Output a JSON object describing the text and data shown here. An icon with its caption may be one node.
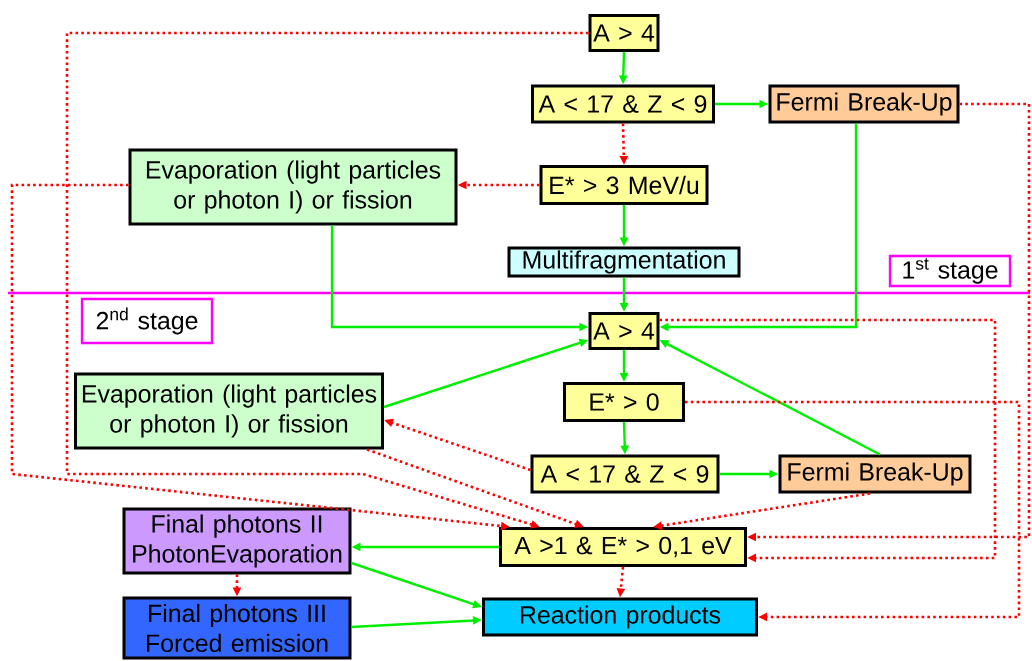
{
  "diagram": {
    "nodes": [
      {
        "text": [
          "A > 4"
        ]
      },
      {
        "text": [
          "A < 17 & Z < 9"
        ]
      },
      {
        "text": [
          "Fermi Break-Up"
        ]
      },
      {
        "text": [
          "E* > 3 MeV/u"
        ]
      },
      {
        "text": [
          "Evaporation (light particles or photon I) or fission"
        ]
      },
      {
        "text": [
          "Multifragmentation"
        ]
      },
      {
        "text": [
          "A > 4"
        ]
      },
      {
        "text": [
          "Evaporation (light particles or photon I) or fission"
        ]
      },
      {
        "text": [
          "E* > 0"
        ]
      },
      {
        "text": [
          "A < 17 & Z < 9"
        ]
      },
      {
        "text": [
          "Fermi Break-Up"
        ]
      },
      {
        "text": [
          "Final photons II",
          "PhotonEvaporation"
        ]
      },
      {
        "text": [
          "A >1 & E* > 0,1 eV"
        ]
      },
      {
        "text": [
          "Final photons III",
          "Forced emission"
        ]
      },
      {
        "text": [
          "Reaction products"
        ]
      },
      {
        "text": [
          "1$^{st}$ stage"
        ]
      },
      {
        "text": [
          "2$^{nd}$ stage"
        ]
      }
    ],
    "edges": [
      {
        "from": 0,
        "to": 1,
        "arrow": "to"
      },
      {
        "from": 1,
        "to": 2,
        "arrow": "to"
      },
      {
        "from": 1,
        "to": 3,
        "arrow": "to",
        "style": "dashed",
        "color": "#ff0000"
      },
      {
        "from": 3,
        "to": 4,
        "arrow": "to",
        "style": "dashed",
        "color": "#ff0000"
      },
      {
        "from": 3,
        "to": 5,
        "arrow": "to"
      },
      {
        "from": 5,
        "to": 6,
        "arrow": "to"
      },
      {
        "from": 2,
        "to": 6,
        "arrow": "to"
      },
      {
        "from": 4,
        "to": 6,
        "arrow": "to"
      },
      {
        "from": 6,
        "to": 8,
        "arrow": "to"
      },
      {
        "from": 7,
        "to": 6,
        "arrow": "to"
      },
      {
        "from": 10,
        "to": 6,
        "arrow": "to"
      },
      {
        "from": 8,
        "to": 9,
        "arrow": "to"
      },
      {
        "from": 9,
        "to": 10,
        "arrow": "to"
      },
      {
        "from": 0,
        "to": 12,
        "arrow": "to",
        "style": "dashed",
        "color": "#ff0000"
      },
      {
        "from": 4,
        "to": 12,
        "arrow": "to",
        "style": "dashed",
        "color": "#ff0000"
      },
      {
        "from": 7,
        "to": 12,
        "arrow": "to",
        "style": "dashed",
        "color": "#ff0000"
      },
      {
        "from": 9,
        "to": 7,
        "arrow": "to",
        "style": "dashed",
        "color": "#ff0000"
      },
      {
        "from": 10,
        "to": 12,
        "arrow": "to",
        "style": "dashed",
        "color": "#ff0000"
      },
      {
        "from": 6,
        "to": 12,
        "arrow": "to",
        "style": "dashed",
        "color": "#ff0000"
      },
      {
        "from": 2,
        "to": 12,
        "arrow": "to",
        "style": "dashed",
        "color": "#ff0000"
      },
      {
        "from": 8,
        "to": 14,
        "arrow": "to",
        "style": "dashed",
        "color": "#ff0000"
      },
      {
        "from": 12,
        "to": 11,
        "arrow": "to"
      },
      {
        "from": 12,
        "to": 14,
        "arrow": "to",
        "style": "dashed",
        "color": "#ff0000"
      },
      {
        "from": 11,
        "to": 13,
        "arrow": "to",
        "style": "dashed",
        "color": "#ff0000"
      },
      {
        "from": 11,
        "to": 14,
        "arrow": "to"
      },
      {
        "from": 13,
        "to": 14,
        "arrow": "to"
      }
    ]
  }
}
